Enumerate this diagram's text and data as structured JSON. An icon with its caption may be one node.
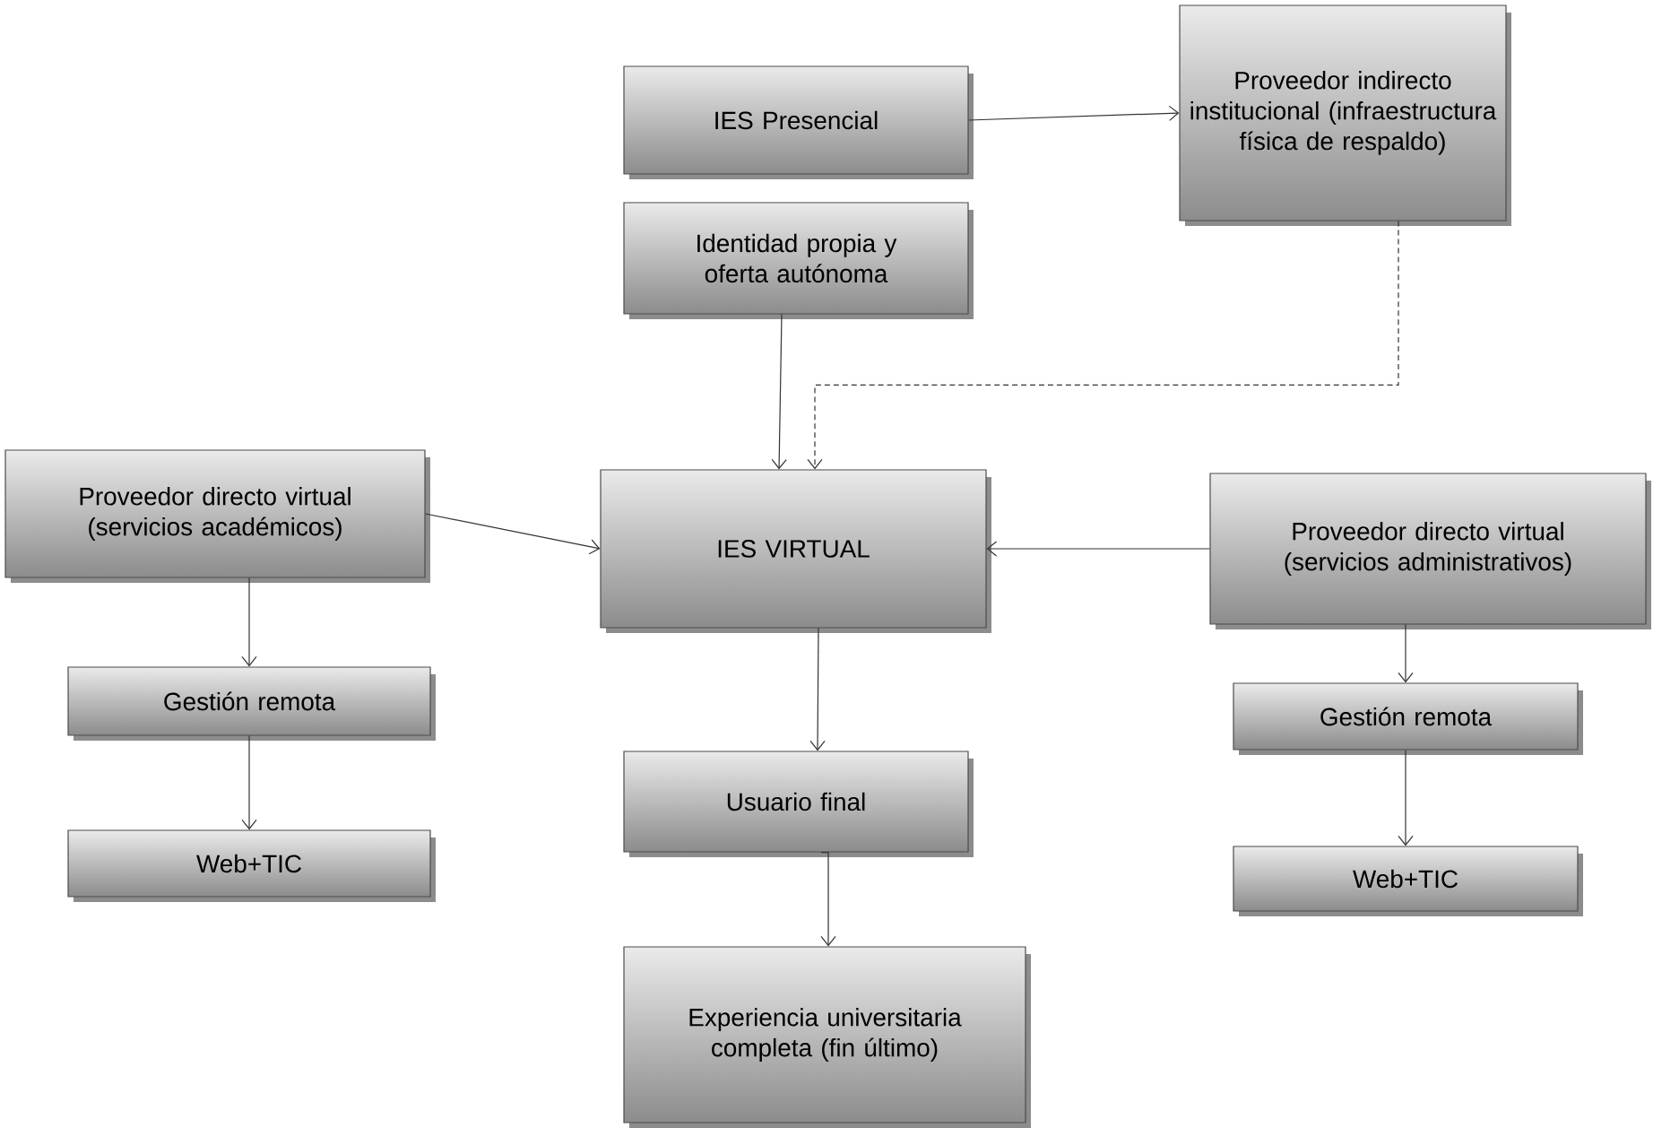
{
  "diagram": {
    "nodes": [
      {
        "text": [
          "IES Presencial"
        ]
      },
      {
        "text": [
          "Proveedor indirecto institucional (infraestructura física de respaldo)"
        ]
      },
      {
        "text": [
          "Identidad propia y oferta autónoma"
        ]
      },
      {
        "text": [
          "Proveedor directo virtual (servicios académicos)"
        ]
      },
      {
        "text": [
          "IES VIRTUAL"
        ]
      },
      {
        "text": [
          "Proveedor directo virtual (servicios administrativos)"
        ]
      },
      {
        "text": [
          "Gestión remota"
        ]
      },
      {
        "text": [
          "Usuario final"
        ]
      },
      {
        "text": [
          "Gestión remota"
        ]
      },
      {
        "text": [
          "Web+TIC"
        ]
      },
      {
        "text": [
          "Experiencia universitaria completa (fin último)"
        ]
      },
      {
        "text": [
          "Web+TIC"
        ]
      }
    ],
    "edges": [
      {
        "from": 0,
        "to": 1,
        "arrow": "to"
      },
      {
        "from": 1,
        "to": 4,
        "arrow": "to",
        "style": "dashed"
      },
      {
        "from": 2,
        "to": 4,
        "arrow": "to"
      },
      {
        "from": 3,
        "to": 4,
        "arrow": "to"
      },
      {
        "from": 5,
        "to": 4,
        "arrow": "to"
      },
      {
        "from": 3,
        "to": 6,
        "arrow": "to"
      },
      {
        "from": 6,
        "to": 9,
        "arrow": "to"
      },
      {
        "from": 4,
        "to": 7,
        "arrow": "to"
      },
      {
        "from": 7,
        "to": 10,
        "arrow": "to"
      },
      {
        "from": 5,
        "to": 8,
        "arrow": "to"
      },
      {
        "from": 8,
        "to": 11,
        "arrow": "to"
      }
    ]
  }
}
